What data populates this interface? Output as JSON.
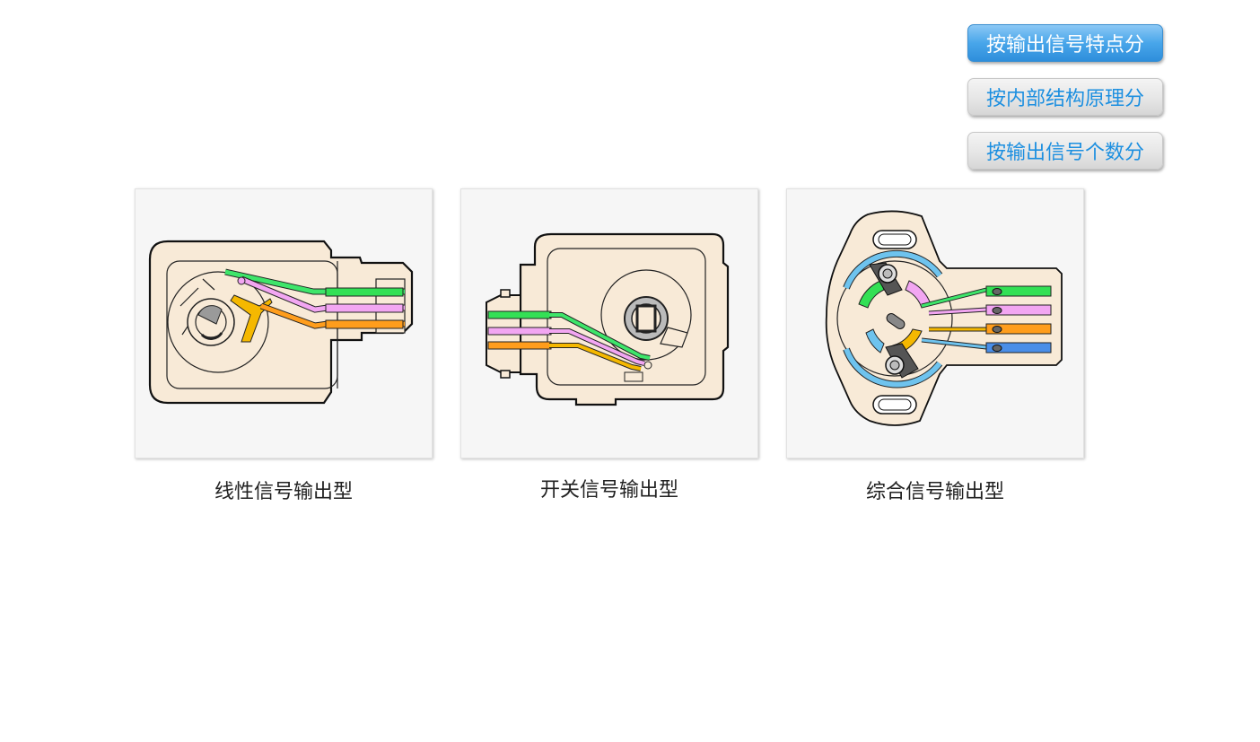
{
  "category_buttons": [
    {
      "label": "按输出信号特点分",
      "state": "active"
    },
    {
      "label": "按内部结构原理分",
      "state": "inactive"
    },
    {
      "label": "按输出信号个数分",
      "state": "inactive"
    }
  ],
  "sensor_types": [
    {
      "caption": "线性信号输出型",
      "icon": "linear-throttle-sensor-diagram"
    },
    {
      "caption": "开关信号输出型",
      "icon": "switch-throttle-sensor-diagram"
    },
    {
      "caption": "综合信号输出型",
      "icon": "combined-throttle-sensor-diagram"
    }
  ],
  "colors": {
    "active_button": "#3a9ae6",
    "button_text": "#1c8fe0",
    "housing_fill": "#f8ead7",
    "wire_green": "#33e055",
    "wire_pink": "#f2a6f2",
    "wire_orange": "#ff9d1c",
    "wire_yellow": "#f5b800",
    "wire_blue": "#4a8ee8",
    "wire_light_blue": "#6ec3ee"
  }
}
